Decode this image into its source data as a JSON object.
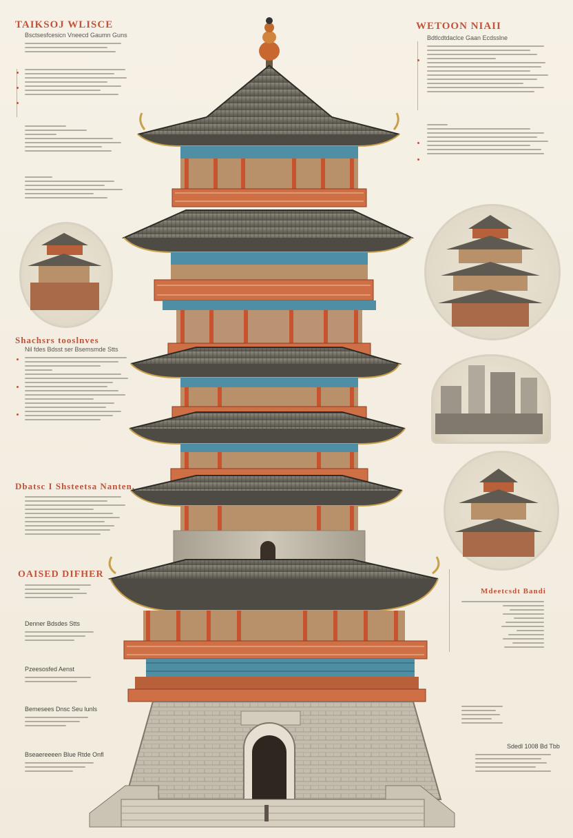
{
  "left_column": {
    "heading_1": "TAIKSOJ WLISCE",
    "heading_1_sub": "Bsctsesfcesicn Vneecd Gaumn Guns",
    "heading_2": "Shachsrs tooslnves",
    "heading_2_sub": "Nil fdes Bdsst ser Bsemsmde Stts",
    "heading_3": "Dbatsc I Shsteetsa Nanten.",
    "heading_4": "OAISED DIFHER",
    "row_a": "Denner Bdsdes Stts",
    "row_b": "Pzeesosfed Aenst",
    "row_c": "Bemesees Dnsc Seu lunls",
    "row_d": "Bseaereeeen Blue Rtde Onfl"
  },
  "right_column": {
    "heading_1": "WETOON NIAII",
    "heading_1_sub": "Bdtlcdtdaclce Gaan Ecdsslne",
    "heading_2": "Mdeetcsdt Bandi",
    "row_a": "Sdedl 1008 Bd Tbb"
  },
  "palette": {
    "paper": "#f4efe3",
    "roof": "#6e6a60",
    "roof_edge": "#c8a04a",
    "pillar": "#c8542f",
    "beam": "#4f8fa6",
    "stone": "#bdb6a8",
    "accent_text": "#c0533a"
  }
}
